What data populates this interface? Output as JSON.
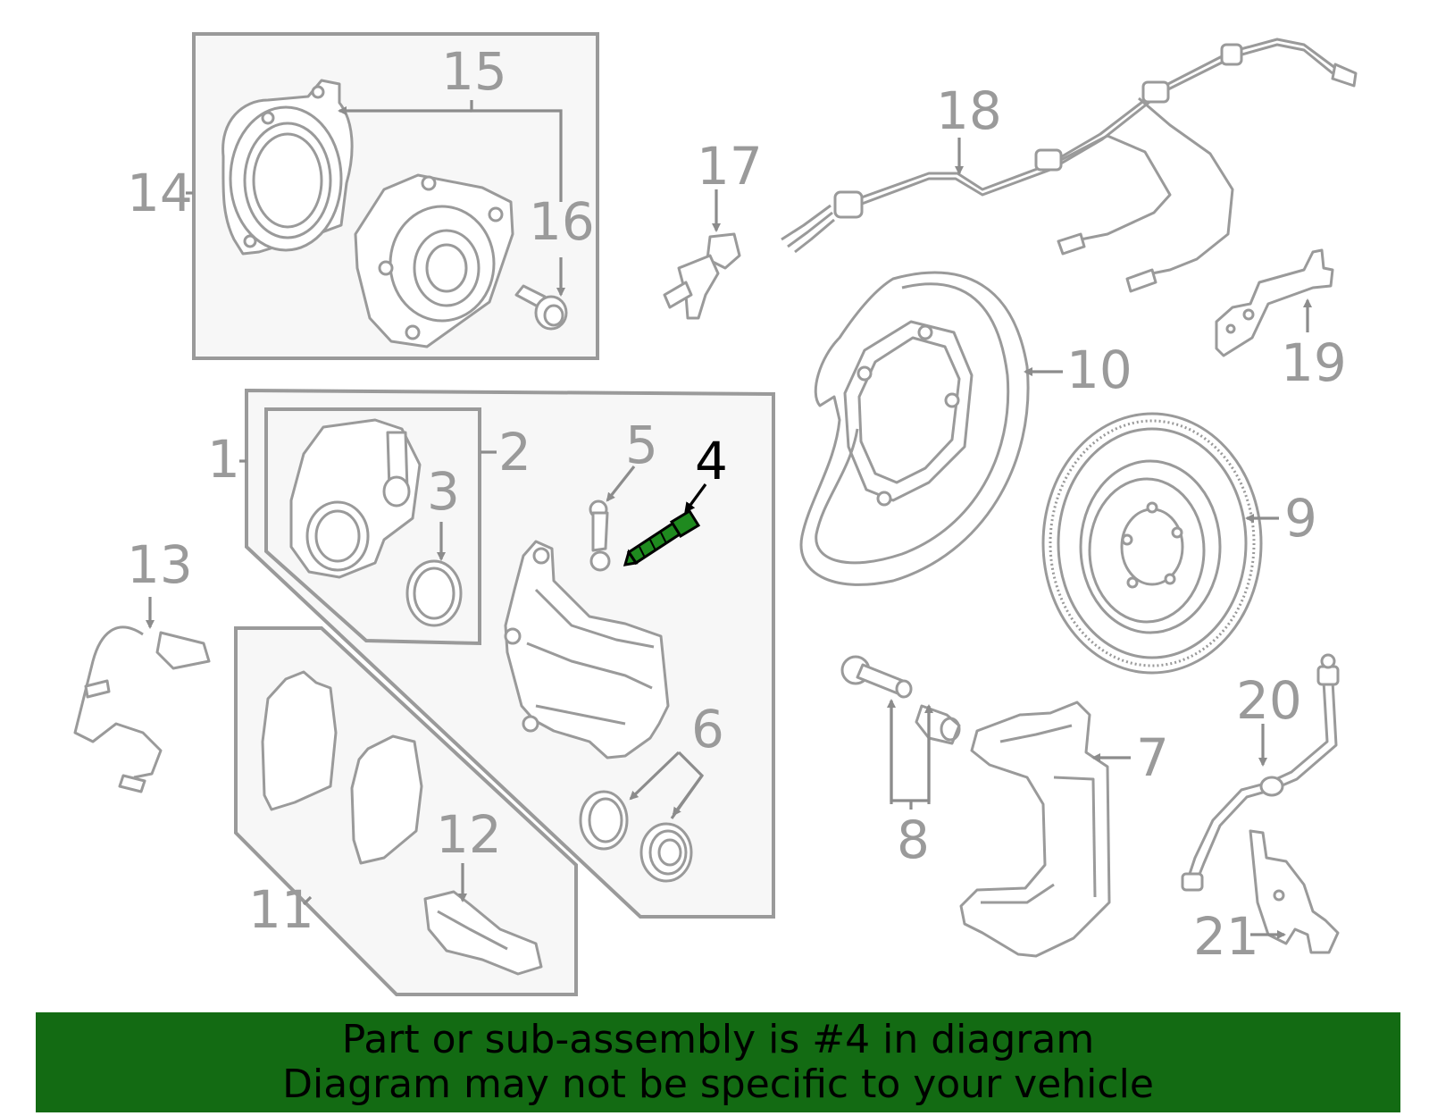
{
  "highlighted_part": "4",
  "colors": {
    "line_gray": "#9a9a9a",
    "highlight_part": "#1f8a1f",
    "banner_bg": "#136b13",
    "banner_text": "#000000",
    "panel_fill": "#f7f7f7"
  },
  "callouts": {
    "c1": "1",
    "c2": "2",
    "c3": "3",
    "c4": "4",
    "c5": "5",
    "c6": "6",
    "c7": "7",
    "c8": "8",
    "c9": "9",
    "c10": "10",
    "c11": "11",
    "c12": "12",
    "c13": "13",
    "c14": "14",
    "c15": "15",
    "c16": "16",
    "c17": "17",
    "c18": "18",
    "c19": "19",
    "c20": "20",
    "c21": "21"
  },
  "banner": {
    "line1": "Part or sub-assembly is #4 in diagram",
    "line2": "Diagram may not be specific to your vehicle"
  }
}
